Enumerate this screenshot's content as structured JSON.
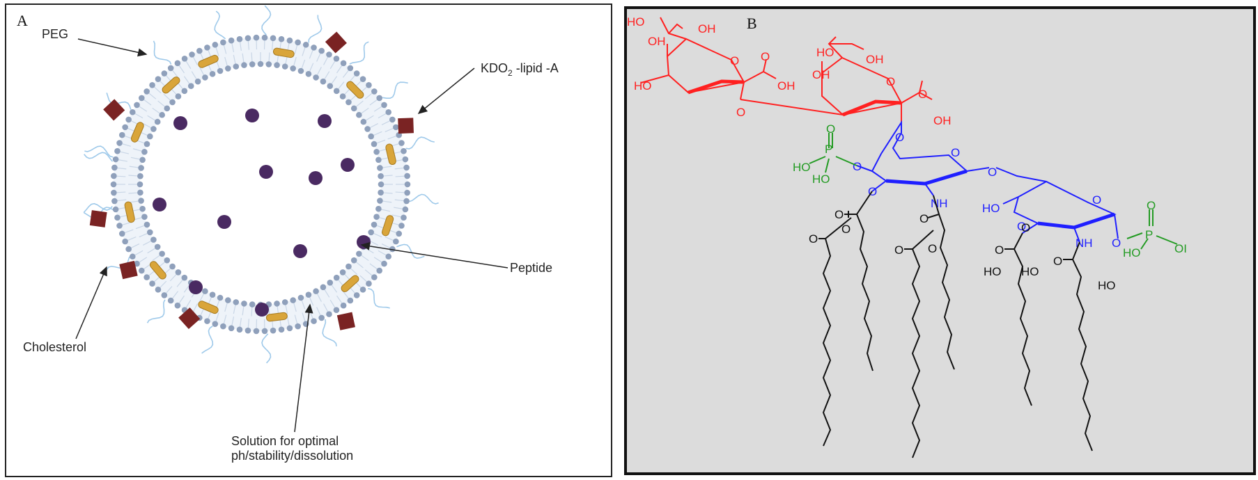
{
  "panel_a": {
    "letter": "A",
    "labels": {
      "peg": "PEG",
      "kdo_main": "KDO",
      "kdo_sub": "2",
      "kdo_rest": " -lipid -A",
      "peptide": "Peptide",
      "cholesterol": "Cholesterol",
      "solution_line1": "Solution for optimal",
      "solution_line2": "ph/stability/dissolution"
    },
    "colors": {
      "lipid_head": "#8fa0bb",
      "lipid_tail": "#c9d6e6",
      "cholesterol": "#d9a53a",
      "kdo_square": "#7a2323",
      "peptide": "#4a2a62",
      "peg": "#9ec9ea"
    }
  },
  "panel_b": {
    "letter": "B",
    "colors": {
      "kdo": "#ff2020",
      "glucosamine": "#1f1fff",
      "phosphate": "#239b23",
      "fatty_acid": "#111111"
    },
    "atoms": {
      "oh": "OH",
      "ho": "HO",
      "o": "O",
      "nh": "NH",
      "p": "P",
      "oh_cut": "OI"
    }
  }
}
